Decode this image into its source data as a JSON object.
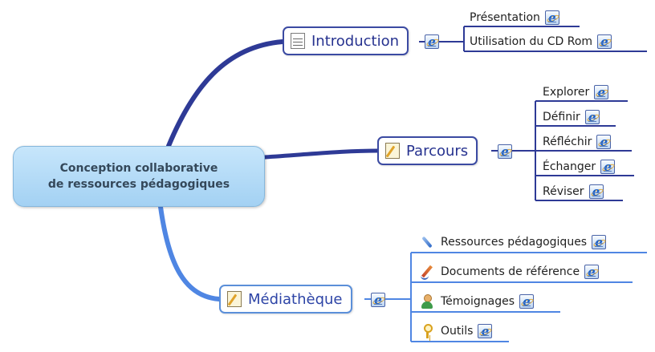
{
  "root": {
    "line1": "Conception collaborative",
    "line2": "de ressources pédagogiques"
  },
  "branches": {
    "introduction": {
      "label": "Introduction",
      "icon": "document-icon",
      "children": [
        "Présentation",
        "Utilisation du CD Rom"
      ]
    },
    "parcours": {
      "label": "Parcours",
      "icon": "note-icon",
      "children": [
        "Explorer",
        "Définir",
        "Réfléchir",
        "Échanger",
        "Réviser"
      ]
    },
    "mediatheque": {
      "label": "Médiathèque",
      "icon": "note-icon",
      "children": [
        {
          "label": "Ressources pédagogiques",
          "icon": "wand-icon"
        },
        {
          "label": "Documents de référence",
          "icon": "pencil-icon"
        },
        {
          "label": "Témoignages",
          "icon": "person-icon"
        },
        {
          "label": "Outils",
          "icon": "key-icon"
        }
      ]
    }
  },
  "link_icon": "ie-link-icon",
  "colors": {
    "dark_branch": "#2e3a96",
    "light_branch": "#4f86e3",
    "root_fill": "#a9d4f4"
  }
}
